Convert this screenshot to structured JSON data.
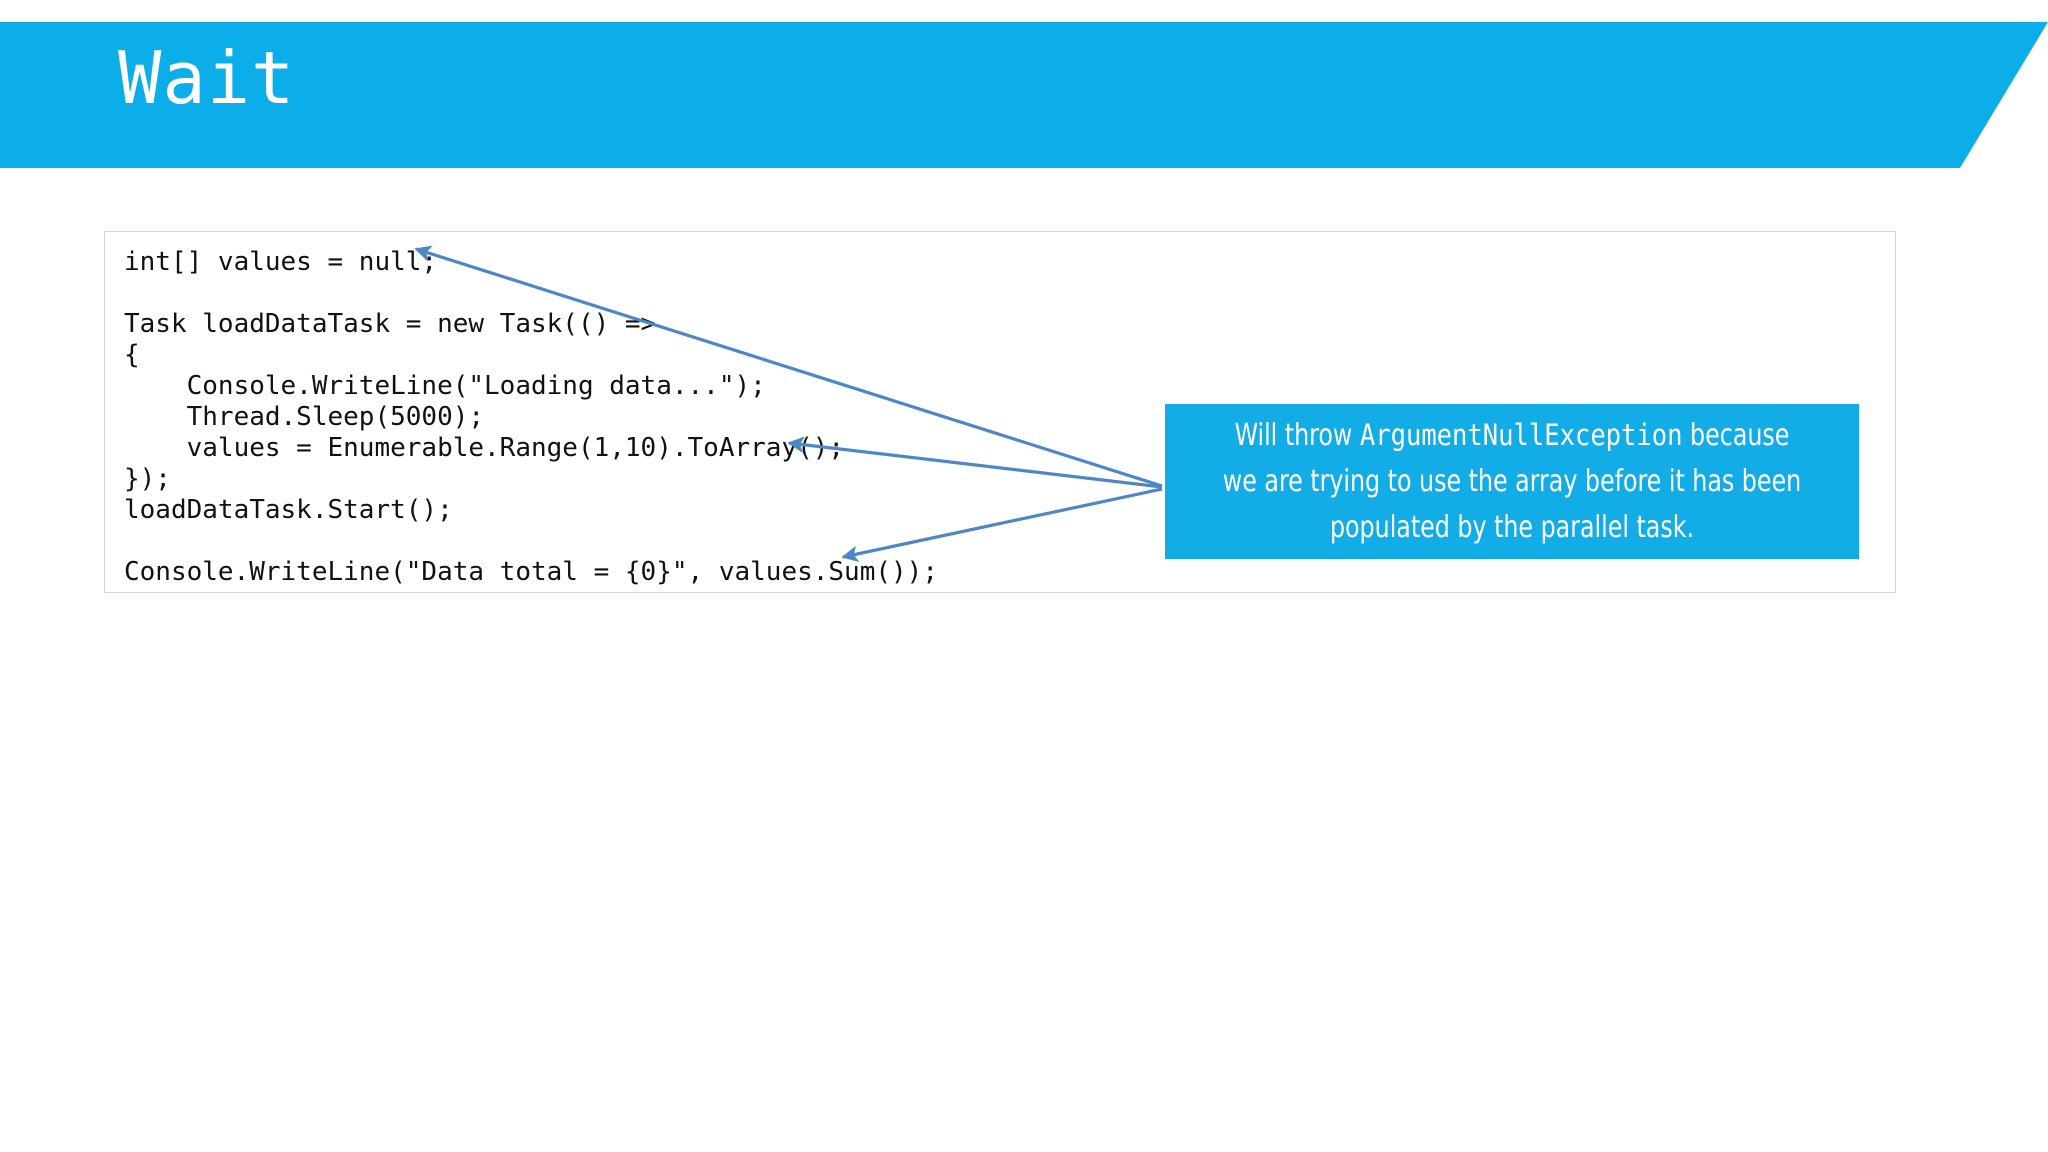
{
  "slide": {
    "title": "Wait",
    "background_color": "#ffffff",
    "accent_color": "#0BAEE8"
  },
  "code_panel": {
    "language": "csharp",
    "border_color": "#d6d6d6",
    "text": "int[] values = null;\n\nTask loadDataTask = new Task(() =>\n{\n    Console.WriteLine(\"Loading data...\");\n    Thread.Sleep(5000);\n    values = Enumerable.Range(1,10).ToArray();\n});\nloadDataTask.Start();\n\nConsole.WriteLine(\"Data total = {0}\", values.Sum());",
    "lines": [
      "int[] values = null;",
      "",
      "Task loadDataTask = new Task(() =>",
      "{",
      "    Console.WriteLine(\"Loading data...\");",
      "    Thread.Sleep(5000);",
      "    values = Enumerable.Range(1,10).ToArray();",
      "});",
      "loadDataTask.Start();",
      "",
      "Console.WriteLine(\"Data total = {0}\", values.Sum());"
    ]
  },
  "callout": {
    "background_color": "#12ADE6",
    "text_color": "#ffffff",
    "lead_text": "Will throw ",
    "exception_name": "ArgumentNullException",
    "body_text": "because we are trying to use the array before it has been populated by the parallel task.",
    "full_text": "Will throw ArgumentNullException because we are trying to use the array before it has been populated by the parallel task."
  },
  "arrows": {
    "color": "#4E86C6",
    "items": [
      {
        "name": "arrow-to-null-declaration",
        "target_code": "int[] values = null;"
      },
      {
        "name": "arrow-to-toarray-assignment",
        "target_code": "values = Enumerable.Range(1,10).ToArray();"
      },
      {
        "name": "arrow-to-values-sum",
        "target_code": "values.Sum()"
      }
    ]
  }
}
